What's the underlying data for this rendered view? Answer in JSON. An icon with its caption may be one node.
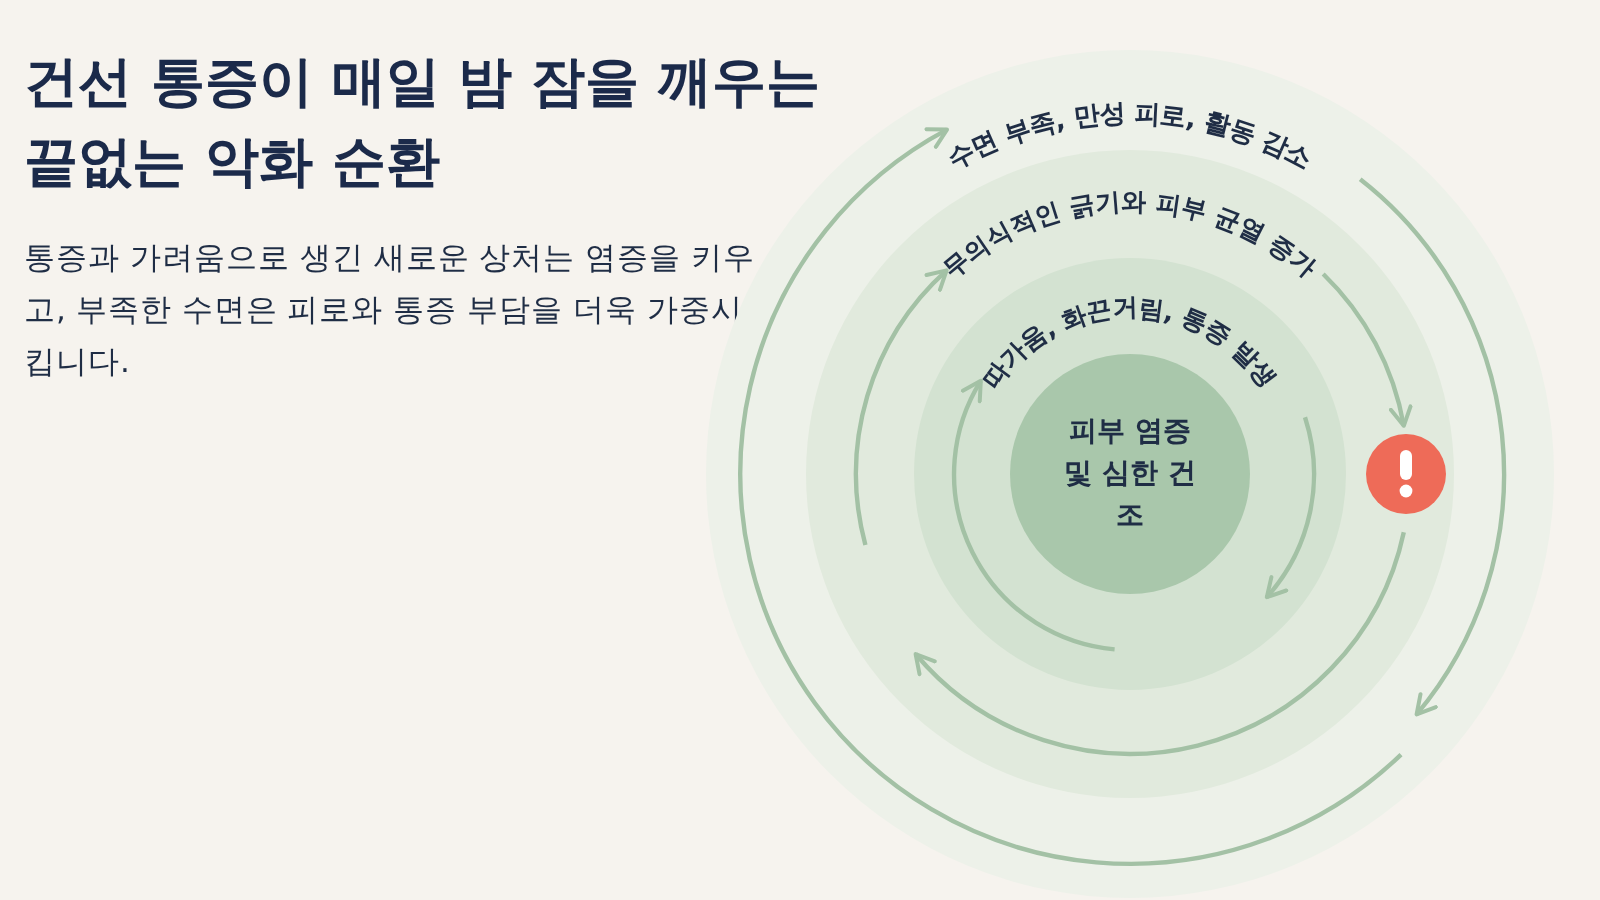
{
  "diagram": {
    "title": "건선 통증이 매일 밤 잠을 깨우는 끝없는 악화 순환",
    "caption": "통증과 가려움으로 생긴 새로운 상처는 염증을 키우고, 부족한 수면은 피로와 통증 부담을 더욱 가중시킵니다.",
    "nodes": [
      {
        "text": [
          "수면 부족, 만성 피로, 활동 감소"
        ]
      },
      {
        "text": [
          "무의식적인 긁기와 피부 균열 증가"
        ],
        "in": 0
      },
      {
        "text": [
          "따가움, 화끈거림, 통증 발생"
        ],
        "in": 1
      },
      {
        "text": [
          "피부 염증 및 심한 건조"
        ],
        "in": 2
      },
      {
        "text": [],
        "shape": "circle",
        "in": 1
      }
    ]
  }
}
